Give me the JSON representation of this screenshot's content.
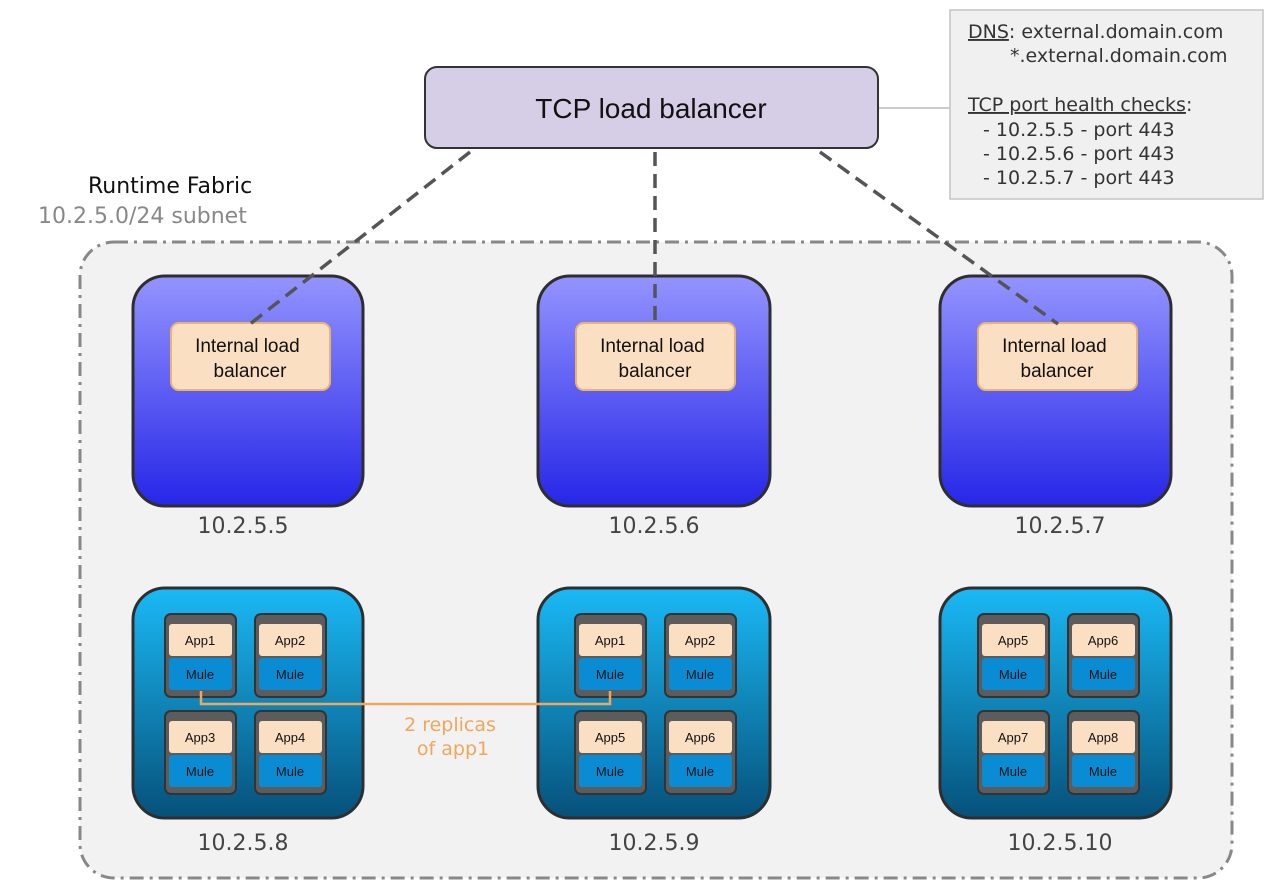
{
  "tcp_load_balancer": {
    "label": "TCP load balancer"
  },
  "info_box": {
    "dns_label": "DNS",
    "dns_primary": "external.domain.com",
    "dns_wildcard": "*.external.domain.com",
    "health_label": "TCP port health checks",
    "health_checks": [
      "- 10.2.5.5 - port 443",
      "- 10.2.5.6 - port 443",
      "- 10.2.5.7 - port 443"
    ]
  },
  "fabric": {
    "title": "Runtime Fabric",
    "subnet": "10.2.5.0/24 subnet"
  },
  "controller_nodes": [
    {
      "ip": "10.2.5.5",
      "lb_line1": "Internal load",
      "lb_line2": "balancer"
    },
    {
      "ip": "10.2.5.6",
      "lb_line1": "Internal load",
      "lb_line2": "balancer"
    },
    {
      "ip": "10.2.5.7",
      "lb_line1": "Internal load",
      "lb_line2": "balancer"
    }
  ],
  "worker_nodes": [
    {
      "ip": "10.2.5.8",
      "apps": [
        {
          "app": "App1",
          "runtime": "Mule"
        },
        {
          "app": "App2",
          "runtime": "Mule"
        },
        {
          "app": "App3",
          "runtime": "Mule"
        },
        {
          "app": "App4",
          "runtime": "Mule"
        }
      ]
    },
    {
      "ip": "10.2.5.9",
      "apps": [
        {
          "app": "App1",
          "runtime": "Mule"
        },
        {
          "app": "App2",
          "runtime": "Mule"
        },
        {
          "app": "App5",
          "runtime": "Mule"
        },
        {
          "app": "App6",
          "runtime": "Mule"
        }
      ]
    },
    {
      "ip": "10.2.5.10",
      "apps": [
        {
          "app": "App5",
          "runtime": "Mule"
        },
        {
          "app": "App6",
          "runtime": "Mule"
        },
        {
          "app": "App7",
          "runtime": "Mule"
        },
        {
          "app": "App8",
          "runtime": "Mule"
        }
      ]
    }
  ],
  "replica_note": {
    "line1": "2 replicas",
    "line2": "of app1"
  },
  "colors": {
    "tcp_fill": "#d6cde6",
    "lb_fill": "#fbdfc3",
    "lb_stroke": "#e9b46e",
    "controller_top": "#9191ff",
    "controller_bottom": "#2727e6",
    "worker_top": "#1ab7f4",
    "worker_bottom": "#07557c",
    "mule_fill": "#0a8cd4",
    "replica": "#f2a65a"
  }
}
